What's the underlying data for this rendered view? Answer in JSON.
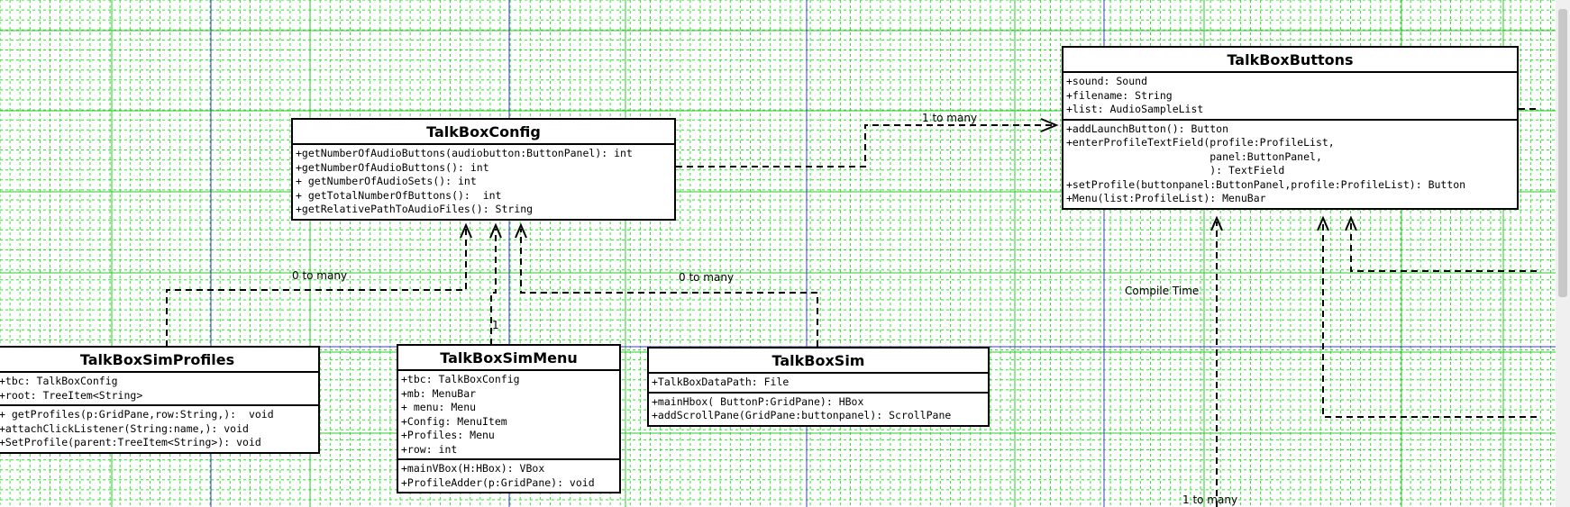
{
  "classes": {
    "talkboxconfig": {
      "name": "TalkBoxConfig",
      "attributes": [],
      "methods": [
        "+getNumberOfAudioButtons(audiobutton:ButtonPanel): int",
        "+getNumberOfAudioButtons(): int",
        "+ getNumberOfAudioSets(): int",
        "+ getTotalNumberOfButtons():  int",
        "+getRelativePathToAudioFiles(): String"
      ]
    },
    "talkboxbuttons": {
      "name": "TalkBoxButtons",
      "attributes": [
        "+sound: Sound",
        "+filename: String",
        "+list: AudioSampleList"
      ],
      "methods": [
        "+addLaunchButton(): Button",
        "+enterProfileTextField(profile:ProfileList,",
        "                       panel:ButtonPanel,",
        "                       ): TextField",
        "+setProfile(buttonpanel:ButtonPanel,profile:ProfileList): Button",
        "+Menu(list:ProfileList): MenuBar"
      ]
    },
    "talkboxsimprofiles": {
      "name": "TalkBoxSimProfiles",
      "attributes": [
        "+tbc: TalkBoxConfig",
        "+root: TreeItem<String>"
      ],
      "methods": [
        "+ getProfiles(p:GridPane,row:String,):  void",
        "+attachClickListener(String:name,): void",
        "+SetProfile(parent:TreeItem<String>): void"
      ]
    },
    "talkboxsimmenu": {
      "name": "TalkBoxSimMenu",
      "attributes": [
        "+tbc: TalkBoxConfig",
        "+mb: MenuBar",
        "+ menu: Menu",
        "+Config: MenuItem",
        "+Profiles: Menu",
        "+row: int"
      ],
      "methods": [
        "+mainVBox(H:HBox): VBox",
        "+ProfileAdder(p:GridPane): void"
      ]
    },
    "talkboxsim": {
      "name": "TalkBoxSim",
      "attributes": [
        "+TalkBoxDataPath: File"
      ],
      "methods": [
        "+mainHbox( ButtonP:GridPane): HBox",
        "+addScrollPane(GridPane:buttonpanel): ScrollPane"
      ]
    }
  },
  "labels": {
    "one_to_many_top": "1 to many",
    "zero_to_many_left": "0 to many",
    "zero_to_many_right": "0 to many",
    "one_near_menu": "1",
    "compile_time": "Compile Time",
    "one_to_many_bottom": "1 to many"
  },
  "colors": {
    "minor_grid": "#33e133",
    "major_grid_green": "#2ec92e",
    "major_grid_blue": "#3c3cb4",
    "line": "#000000"
  }
}
